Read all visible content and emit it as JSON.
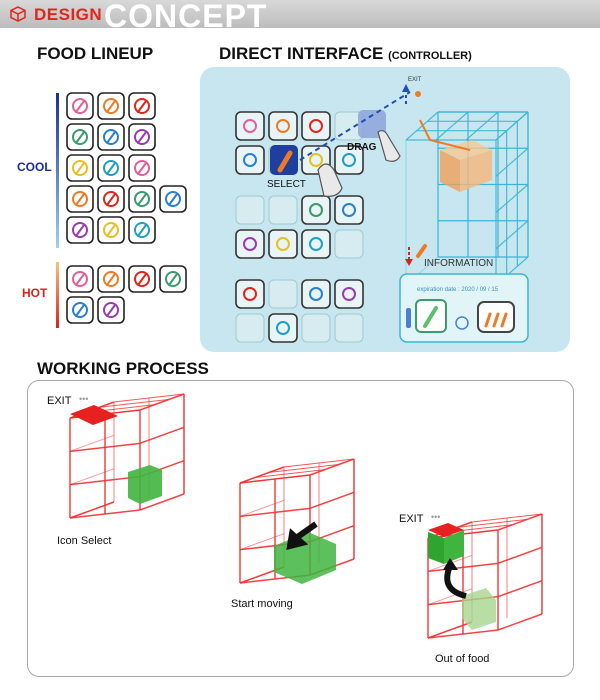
{
  "header": {
    "design": "DESIGN",
    "concept": "CONCEPT"
  },
  "food_lineup": {
    "title": "FOOD LINEUP",
    "cool_label": "COOL",
    "hot_label": "HOT",
    "cool_icons": [
      "meat-icon",
      "pretzel-icon",
      "chicken-leg-icon",
      "carrot-icon",
      "mushroom-icon",
      "cucumber-icon",
      "apple-icon",
      "banana-icon",
      "cherry-icon",
      "drink-icon",
      "bottle-icon",
      "box-icon",
      "cake-icon",
      "fish-icon",
      "octopus-icon",
      "shrimp-icon"
    ],
    "hot_icons": [
      "coffee-icon",
      "milk-icon",
      "cheese-icon",
      "jar-icon",
      "bread-icon",
      "pizza-icon"
    ]
  },
  "direct_interface": {
    "title": "DIRECT INTERFACE",
    "subtitle": "(CONTROLLER)",
    "select_label": "SELECT",
    "drag_label": "DRAG",
    "exit_label": "EXIT",
    "information_label": "INFORMATION",
    "expiration_text": "expiration date : 2020 / 09 / 15"
  },
  "working_process": {
    "title": "WORKING PROCESS",
    "steps": [
      {
        "label": "Icon Select",
        "exit_label": "EXIT"
      },
      {
        "label": "Start moving"
      },
      {
        "label": "Out of food",
        "exit_label": "EXIT"
      }
    ]
  },
  "colors": {
    "accent_red": "#e0261b",
    "cool_blue": "#1c2c9c",
    "panel": "#c7e6ef",
    "grid_red": "#f03030",
    "box_green": "#3fb53f"
  }
}
